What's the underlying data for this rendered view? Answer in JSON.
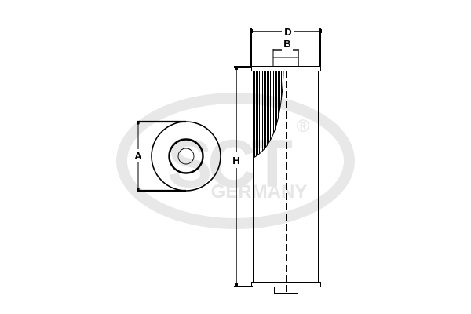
{
  "watermark": {
    "brand": "SCT",
    "registered": "®",
    "subtitle": "GERMANY",
    "color": "#e6e6e6"
  },
  "dimensions": {
    "A": "A",
    "B": "B",
    "D": "D",
    "H": "H"
  },
  "colors": {
    "line": "#000000",
    "background": "#ffffff"
  }
}
